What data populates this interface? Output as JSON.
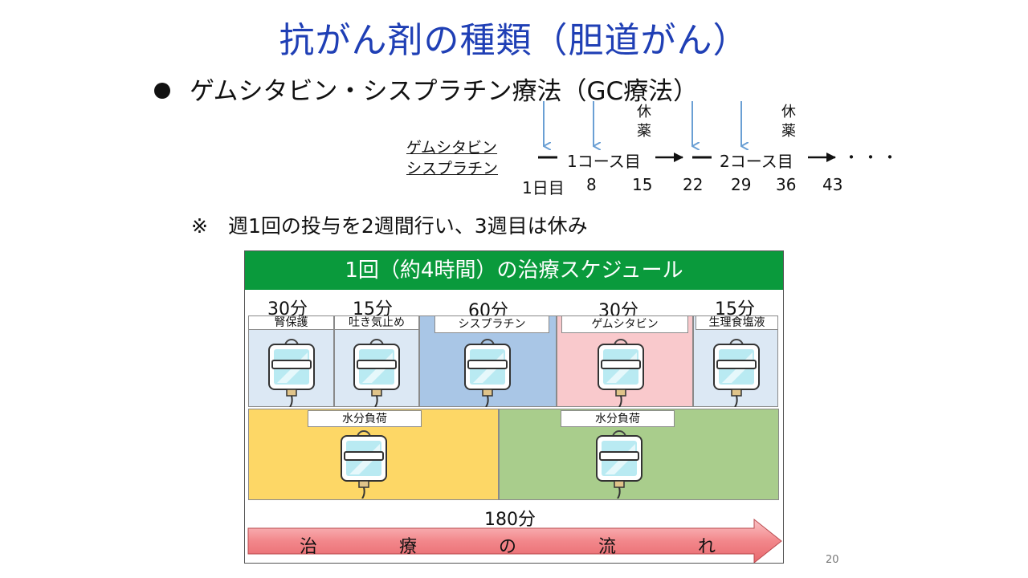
{
  "title": "抗がん剤の種類（胆道がん）",
  "bullet": "ゲムシタビン・シスプラチン療法（GC療法）",
  "timeline": {
    "drug_line1": "ゲムシタビン",
    "drug_line2": "シスプラチン",
    "rest1": [
      "休",
      "薬"
    ],
    "rest2": [
      "休",
      "薬"
    ],
    "course1": "1コース目",
    "course2": "2コース目",
    "ellipsis": "・・・",
    "days": [
      "1日目",
      "8",
      "15",
      "22",
      "29",
      "36",
      "43"
    ]
  },
  "note": "※　週1回の投与を2週間行い、3週目は休み",
  "schedule": {
    "header": "1回（約4時間）の治療スケジュール",
    "steps": [
      {
        "duration": "30分",
        "label": "腎保護"
      },
      {
        "duration": "15分",
        "label": "吐き気止め"
      },
      {
        "duration": "60分",
        "label": "シスプラチン"
      },
      {
        "duration": "30分",
        "label": "ゲムシタビン"
      },
      {
        "duration": "15分",
        "label": "生理食塩液"
      }
    ],
    "hydration_left": "水分負荷",
    "hydration_right": "水分負荷",
    "total": "180分",
    "flow": [
      "治",
      "療",
      "の",
      "流",
      "れ"
    ]
  },
  "colors": {
    "title": "#1f3fb5",
    "header_bg": "#0a9a3c",
    "step_blue_light": "#dce8f4",
    "step_blue": "#a9c6e6",
    "step_pink": "#f9c9cc",
    "hydration_yellow": "#fdd766",
    "hydration_green": "#a9cd8c",
    "arrow_blue": "#6a9fd4",
    "flow_arrow": "#f2878b"
  },
  "icons": [
    "iv-bag-icon",
    "down-arrow-icon",
    "right-arrow-icon"
  ],
  "page_number": "20"
}
